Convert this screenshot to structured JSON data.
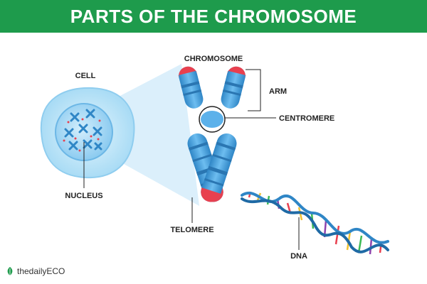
{
  "header": {
    "title": "PARTS OF THE CHROMOSOME"
  },
  "labels": {
    "cell": "CELL",
    "nucleus": "NUCLEUS",
    "chromosome": "CHROMOSOME",
    "arm": "ARM",
    "centromere": "CENTROMERE",
    "telomere": "TELOMERE",
    "dna": "DNA"
  },
  "brand": {
    "name": "thedailyECO",
    "icon": "leaf-icon"
  },
  "colors": {
    "banner": "#1e9b4c",
    "chromosome": "#4aa3e0",
    "telomere": "#e8404f",
    "cell": "#bfe6f8",
    "nucleus": "#a7d8f5"
  }
}
